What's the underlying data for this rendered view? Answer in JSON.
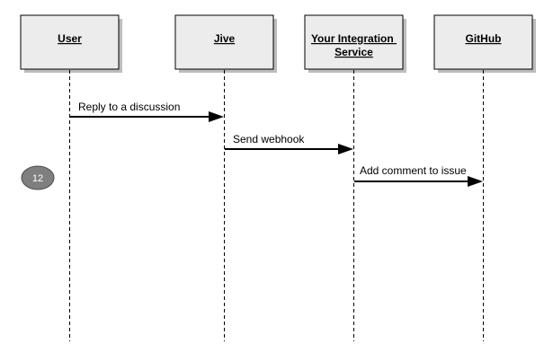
{
  "actors": [
    {
      "id": "user",
      "label_lines": [
        "User"
      ]
    },
    {
      "id": "jive",
      "label_lines": [
        "Jive"
      ]
    },
    {
      "id": "integration",
      "label_lines": [
        "Your Integration",
        "Service"
      ]
    },
    {
      "id": "github",
      "label_lines": [
        "GitHub"
      ]
    }
  ],
  "messages": [
    {
      "from": "user",
      "to": "jive",
      "label": "Reply to a discussion"
    },
    {
      "from": "jive",
      "to": "integration",
      "label": "Send webhook"
    },
    {
      "from": "integration",
      "to": "github",
      "label": "Add comment to issue"
    }
  ],
  "badge": {
    "label": "12"
  },
  "colors": {
    "box_fill": "#ececec",
    "box_shadow": "#bdbdbd",
    "badge_fill": "#7f7f7f",
    "line": "#000000"
  }
}
